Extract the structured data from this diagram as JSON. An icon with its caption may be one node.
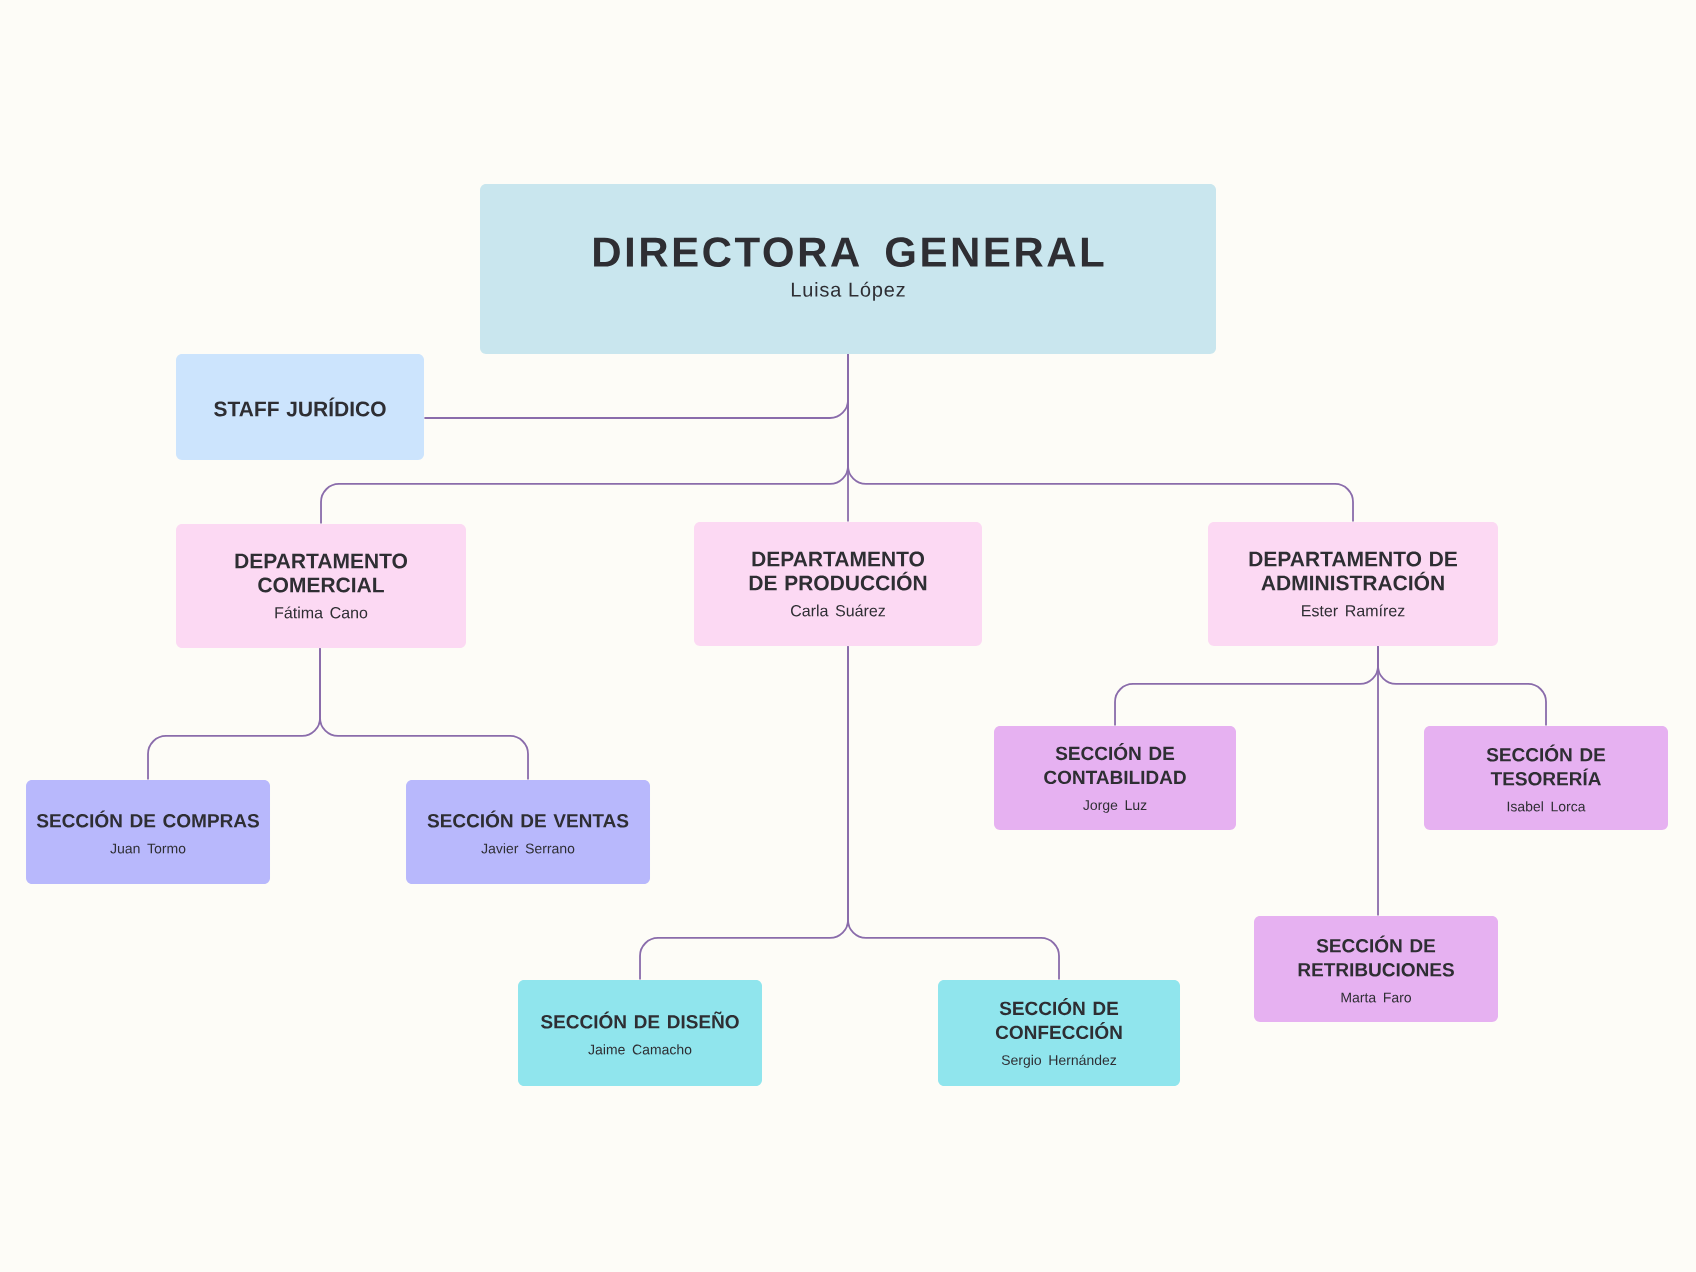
{
  "diagram": {
    "nodes": [
      {
        "text": [
          "DIRECTORA GENERAL",
          "Luisa López"
        ]
      },
      {
        "text": [
          "STAFF JURÍDICO"
        ]
      },
      {
        "text": [
          "DEPARTAMENTO COMERCIAL",
          "Fátima Cano"
        ]
      },
      {
        "text": [
          "DEPARTAMENTO DE PRODUCCIÓN",
          "Carla Suárez"
        ]
      },
      {
        "text": [
          "DEPARTAMENTO DE ADMINISTRACIÓN",
          "Ester Ramírez"
        ]
      },
      {
        "text": [
          "SECCIÓN DE COMPRAS",
          "Juan Tormo"
        ]
      },
      {
        "text": [
          "SECCIÓN DE VENTAS",
          "Javier Serrano"
        ]
      },
      {
        "text": [
          "SECCIÓN DE CONTABILIDAD",
          "Jorge Luz"
        ]
      },
      {
        "text": [
          "SECCIÓN DE TESORERÍA",
          "Isabel Lorca"
        ]
      },
      {
        "text": [
          "SECCIÓN DE RETRIBUCIONES",
          "Marta Faro"
        ]
      },
      {
        "text": [
          "SECCIÓN DE DISEÑO",
          "Jaime Camacho"
        ]
      },
      {
        "text": [
          "SECCIÓN DE CONFECCIÓN",
          "Sergio Hernández"
        ]
      }
    ],
    "edges": [
      {
        "from": 0,
        "to": 1,
        "arrow": "none"
      },
      {
        "from": 0,
        "to": 2,
        "arrow": "none"
      },
      {
        "from": 0,
        "to": 3,
        "arrow": "none"
      },
      {
        "from": 0,
        "to": 4,
        "arrow": "none"
      },
      {
        "from": 2,
        "to": 5,
        "arrow": "none"
      },
      {
        "from": 2,
        "to": 6,
        "arrow": "none"
      },
      {
        "from": 4,
        "to": 7,
        "arrow": "none"
      },
      {
        "from": 4,
        "to": 8,
        "arrow": "none"
      },
      {
        "from": 4,
        "to": 9,
        "arrow": "none"
      },
      {
        "from": 3,
        "to": 10,
        "arrow": "none"
      },
      {
        "from": 3,
        "to": 11,
        "arrow": "none"
      }
    ]
  }
}
